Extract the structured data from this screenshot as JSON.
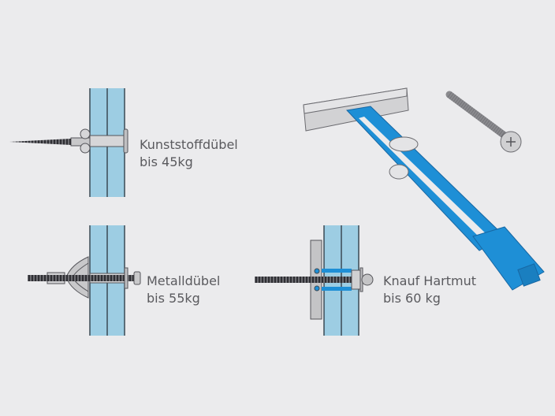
{
  "colors": {
    "background": "#ebebed",
    "wall_panel": "#9dcde3",
    "wall_outline": "#3b4a55",
    "dowel_blue": "#1e8fd6",
    "metal_gray": "#c4c4c6",
    "text": "#5a5a5e"
  },
  "anchors": [
    {
      "name": "Kunststoffdübel",
      "load": "bis 45kg"
    },
    {
      "name": "Metalldübel",
      "load": "bis 55kg"
    },
    {
      "name": "Knauf Hartmut",
      "load": "bis 60 kg"
    }
  ]
}
